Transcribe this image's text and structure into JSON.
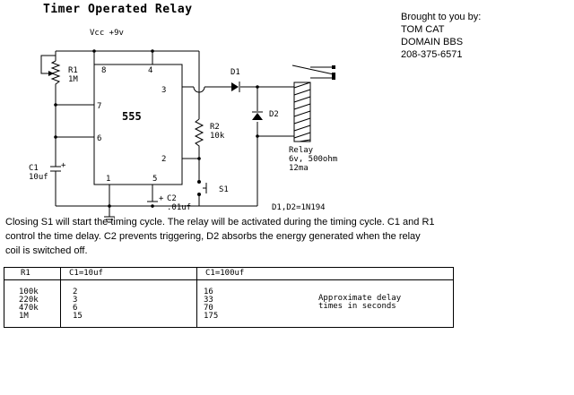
{
  "title": "Timer Operated Relay",
  "credits": {
    "line1": "Brought to you by:",
    "line2": "TOM CAT",
    "line3": "DOMAIN BBS",
    "line4": "208-375-6571"
  },
  "labels": {
    "vcc": "Vcc +9v",
    "ic": "555",
    "pin8": "8",
    "pin4": "4",
    "pin7": "7",
    "pin6": "6",
    "pin3": "3",
    "pin2": "2",
    "pin1": "1",
    "pin5": "5",
    "r1_name": "R1",
    "r1_value": "1M",
    "r2_name": "R2",
    "r2_value": "10k",
    "c1_name": "C1",
    "c1_value": "10uf",
    "c1_plus": "+",
    "c2_name": "C2",
    "c2_value": ".01uf",
    "c2_plus": "+",
    "d1": "D1",
    "d2": "D2",
    "s1": "S1",
    "relay_line1": "Relay",
    "relay_line2": "6v, 500ohm",
    "relay_line3": "12ma",
    "diodes": "D1,D2=1N194"
  },
  "description": {
    "line1": "Closing S1 will start the timing cycle. The relay will be activated during the timing cycle. C1 and R1",
    "line2": "control the time delay. C2 prevents triggering, D2 absorbs the energy generated when the relay",
    "line3": "coil is switched off."
  },
  "table": {
    "headers": [
      "R1",
      "C1=10uf",
      "C1=100uf"
    ],
    "r1": [
      "100k",
      "220k",
      "470k",
      "1M"
    ],
    "c1_10": [
      "2",
      "3",
      "6",
      "15"
    ],
    "c1_100": [
      "16",
      "33",
      "70",
      "175"
    ],
    "note_line1": "Approximate delay",
    "note_line2": "times in seconds"
  }
}
